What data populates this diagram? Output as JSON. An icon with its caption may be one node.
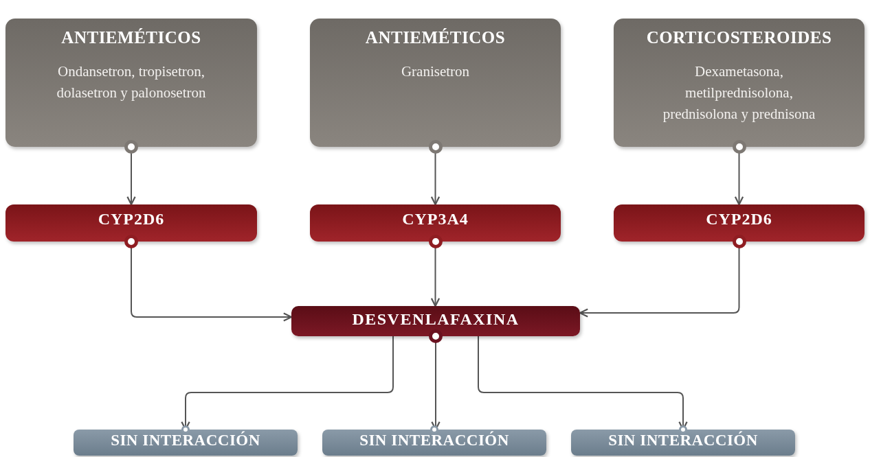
{
  "diagram": {
    "nodes": [
      {
        "text": [
          "ANTIEMÉTICOS",
          "Ondansetron, tropisetron, dolasetron y palonosetron"
        ]
      },
      {
        "text": [
          "ANTIEMÉTICOS",
          "Granisetron"
        ]
      },
      {
        "text": [
          "CORTICOSTEROIDES",
          "Dexametasona, metilprednisolona, prednisolona y prednisona"
        ]
      },
      {
        "text": [
          "CYP2D6"
        ]
      },
      {
        "text": [
          "CYP3A4"
        ]
      },
      {
        "text": [
          "CYP2D6"
        ]
      },
      {
        "text": [
          "DESVENLAFAXINA"
        ]
      },
      {
        "text": [
          "SIN INTERACCIÓN"
        ]
      },
      {
        "text": [
          "SIN INTERACCIÓN"
        ]
      },
      {
        "text": [
          "SIN INTERACCIÓN"
        ]
      }
    ],
    "edges": [
      {
        "from": 0,
        "to": 3,
        "arrow": "to"
      },
      {
        "from": 1,
        "to": 4,
        "arrow": "to"
      },
      {
        "from": 2,
        "to": 5,
        "arrow": "to"
      },
      {
        "from": 3,
        "to": 6,
        "arrow": "to"
      },
      {
        "from": 4,
        "to": 6,
        "arrow": "to"
      },
      {
        "from": 5,
        "to": 6,
        "arrow": "to"
      },
      {
        "from": 6,
        "to": 7,
        "arrow": "to"
      },
      {
        "from": 6,
        "to": 8,
        "arrow": "to"
      },
      {
        "from": 6,
        "to": 9,
        "arrow": "to"
      }
    ]
  }
}
